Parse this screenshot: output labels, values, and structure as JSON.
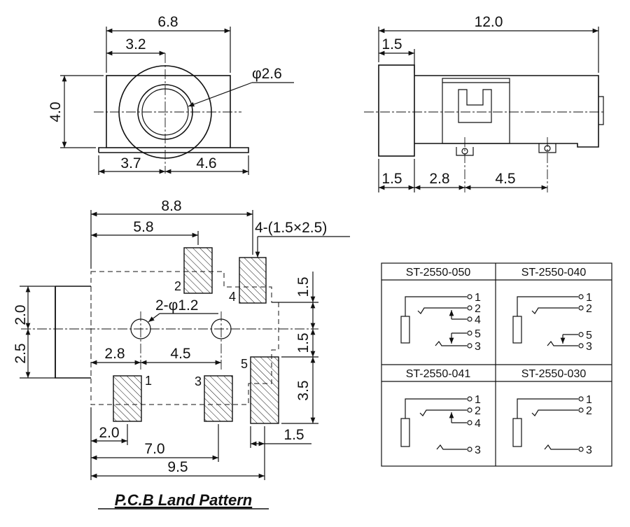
{
  "front_view": {
    "width": "6.8",
    "left_to_center": "3.2",
    "hole_dia": "φ2.6",
    "height": "4.0",
    "base_left": "3.7",
    "base_right": "4.6"
  },
  "side_view": {
    "length": "12.0",
    "collar_top": "1.5",
    "collar_bottom": "1.5",
    "pin_spacing_1": "2.8",
    "pin_spacing_2": "4.5"
  },
  "pcb": {
    "overall_width": "8.8",
    "pad_offset": "5.8",
    "pad_callout": "4-(1.5×2.5)",
    "hole_callout": "2-φ1.2",
    "hole_x": "2.8",
    "hole_spacing": "4.5",
    "left_h1": "2.0",
    "left_h2": "2.5",
    "right_v1": "1.5",
    "right_v2": "1.5",
    "right_v3": "3.5",
    "pad1_width": "2.0",
    "pad3_dist": "7.0",
    "total_width": "9.5",
    "pad5_width": "1.5",
    "pins": [
      "1",
      "2",
      "3",
      "4",
      "5"
    ],
    "title": "P.C.B Land Pattern"
  },
  "schematics": [
    {
      "model": "ST-2550-050",
      "pins": [
        "1",
        "2",
        "4",
        "5",
        "3"
      ]
    },
    {
      "model": "ST-2550-040",
      "pins": [
        "1",
        "2",
        "5",
        "3"
      ]
    },
    {
      "model": "ST-2550-041",
      "pins": [
        "1",
        "2",
        "4",
        "3"
      ]
    },
    {
      "model": "ST-2550-030",
      "pins": [
        "1",
        "2",
        "3"
      ]
    }
  ]
}
